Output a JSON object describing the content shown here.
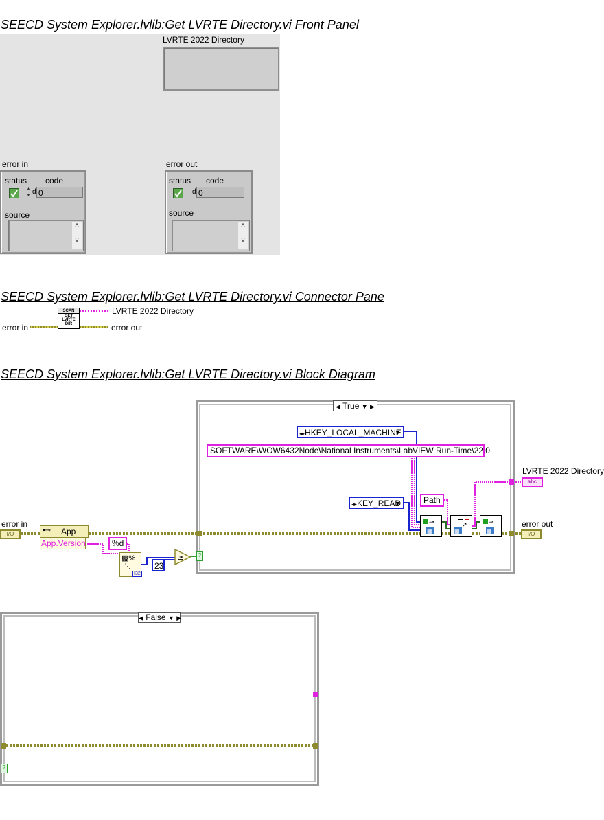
{
  "front_panel": {
    "heading": "SEECD System Explorer.lvlib:Get LVRTE Directory.vi Front Panel",
    "lvrte_label": "LVRTE 2022 Directory",
    "error_in": {
      "label": "error in",
      "status_label": "status",
      "code_label": "code",
      "code_value": "0",
      "source_label": "source",
      "radix": "d"
    },
    "error_out": {
      "label": "error out",
      "status_label": "status",
      "code_label": "code",
      "code_value": "0",
      "source_label": "source",
      "radix": "d"
    }
  },
  "connector_pane": {
    "heading": "SEECD System Explorer.lvlib:Get LVRTE Directory.vi Connector Pane",
    "icon_lines": [
      "SCAN",
      "GET",
      "LVRTE",
      "DIR"
    ],
    "error_in": "error in",
    "lvrte": "LVRTE 2022 Directory",
    "error_out": "error out"
  },
  "block_diagram": {
    "heading": "SEECD System Explorer.lvlib:Get LVRTE Directory.vi Block Diagram",
    "error_in": "error in",
    "error_out": "error out",
    "lvrte": "LVRTE 2022 Directory",
    "property_node_class": "App",
    "property_name": "App.Version",
    "format": "%d",
    "constant_23": "23",
    "case_true": {
      "selector": "True",
      "hkey": "HKEY_LOCAL_MACHINE",
      "registry_path": "SOFTWARE\\WOW6432Node\\National Instruments\\LabVIEW Run-Time\\22.0",
      "access": "KEY_READ",
      "value_name": "Path"
    },
    "case_false": {
      "selector": "False"
    },
    "terminal_indicator_text": "abc",
    "terminal_error_text": "I/O"
  },
  "colors": {
    "error_wire": "#8e8a2e",
    "string_wire": "#e021e0",
    "enum_wire": "#1a23d0",
    "boolean_wire": "#2ea02e",
    "panel_bg": "#e4e4e4"
  }
}
